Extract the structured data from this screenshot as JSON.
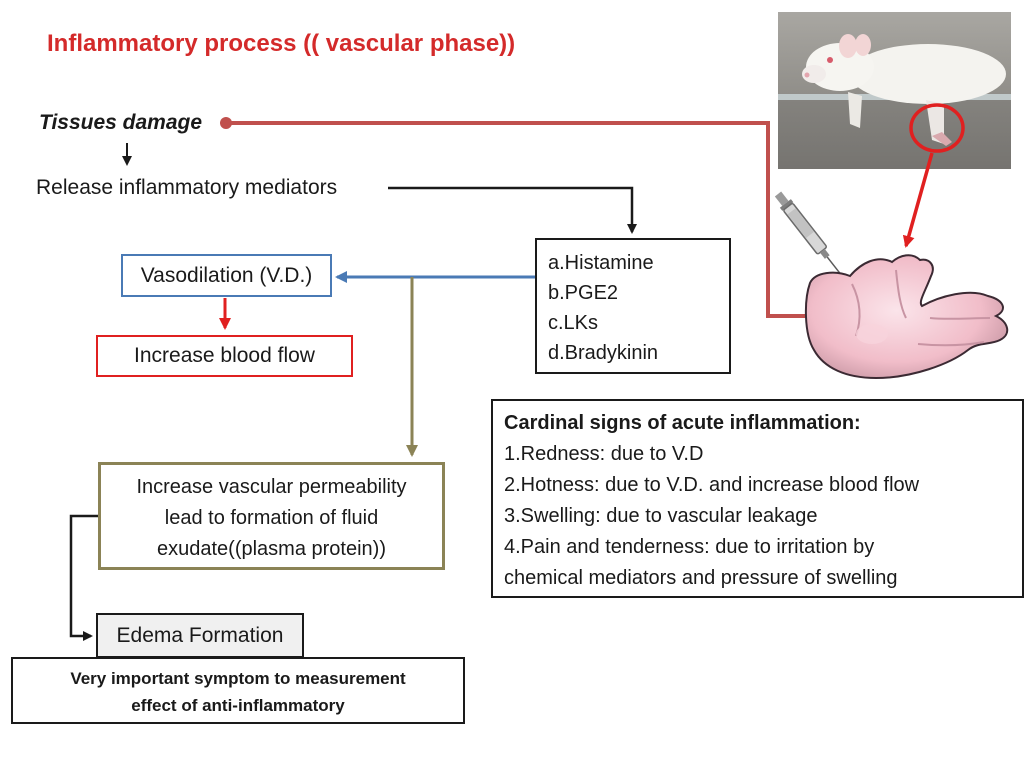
{
  "title": "Inflammatory process  (( vascular phase))",
  "tissues_damage": "Tissues damage",
  "release_mediators": "Release inflammatory mediators",
  "vasodilation": "Vasodilation (V.D.)",
  "increase_blood_flow": "Increase blood flow",
  "mediators": [
    "a.Histamine",
    "b.PGE2",
    "c.LKs",
    "d.Bradykinin"
  ],
  "cardinal_signs": {
    "heading": "Cardinal signs of acute inflammation:",
    "items": [
      "1.Redness: due to V.D",
      "2.Hotness: due to V.D. and increase blood flow",
      "3.Swelling: due to vascular leakage",
      "4.Pain and tenderness: due to irritation by",
      "chemical mediators and pressure of swelling"
    ]
  },
  "vascular_permeability": [
    "Increase vascular permeability",
    "lead to formation of fluid",
    "exudate((plasma protein))"
  ],
  "edema_formation": "Edema Formation",
  "important_symptom": [
    "Very important symptom to measurement",
    "effect of anti-inflammatory"
  ],
  "colors": {
    "title": "#d42a2a",
    "vasodilation_border": "#4a7ab5",
    "blood_flow_border": "#e02020",
    "permeability_border": "#8b8356",
    "tissue_connector": "#c0504d"
  },
  "images": [
    "rat-photo",
    "syringe-icon",
    "paw-illustration"
  ]
}
